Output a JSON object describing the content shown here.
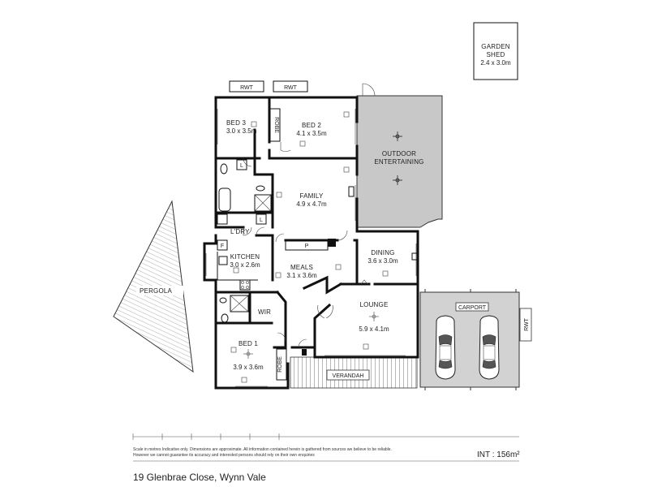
{
  "footer": {
    "address": "19 Glenbrae Close, Wynn Vale",
    "area": "INT : 156m²",
    "disclaimer": "Scale in metres Indicative only. Dimensions are approximate. All information contained herein is gathered from sources we believe to be reliable. However we cannot guarantee its accuracy and interested persons should rely on their own enquiries"
  },
  "rooms": {
    "garden_shed": {
      "name_1": "GARDEN",
      "name_2": "SHED",
      "dims": "2.4 x 3.0m"
    },
    "bed3": {
      "name": "BED 3",
      "dims": "3.0 x 3.5m"
    },
    "bed2": {
      "name": "BED 2",
      "dims": "4.1 x 3.5m"
    },
    "outdoor": {
      "name_1": "OUTDOOR",
      "name_2": "ENTERTAINING"
    },
    "family": {
      "name": "FAMILY",
      "dims": "4.9 x 4.7m"
    },
    "kitchen": {
      "name": "KITCHEN",
      "dims": "3.0 x 2.6m"
    },
    "meals": {
      "name": "MEALS",
      "dims": "3.1 x 3.6m"
    },
    "dining": {
      "name": "DINING",
      "dims": "3.6 x 3.0m"
    },
    "lounge": {
      "name": "LOUNGE",
      "dims": "5.9 x 4.1m"
    },
    "bed1": {
      "name": "BED 1",
      "dims": "3.9 x 3.6m"
    },
    "carport": {
      "name": "CARPORT"
    },
    "pergola": {
      "name": "PERGOLA"
    },
    "verandah": {
      "name": "VERANDAH"
    }
  },
  "labels": {
    "rwt": "RWT",
    "robe": "ROBE",
    "ldry": "L'DRY",
    "wir": "WIR",
    "pantry": "P",
    "fridge": "F",
    "linen": "L"
  }
}
